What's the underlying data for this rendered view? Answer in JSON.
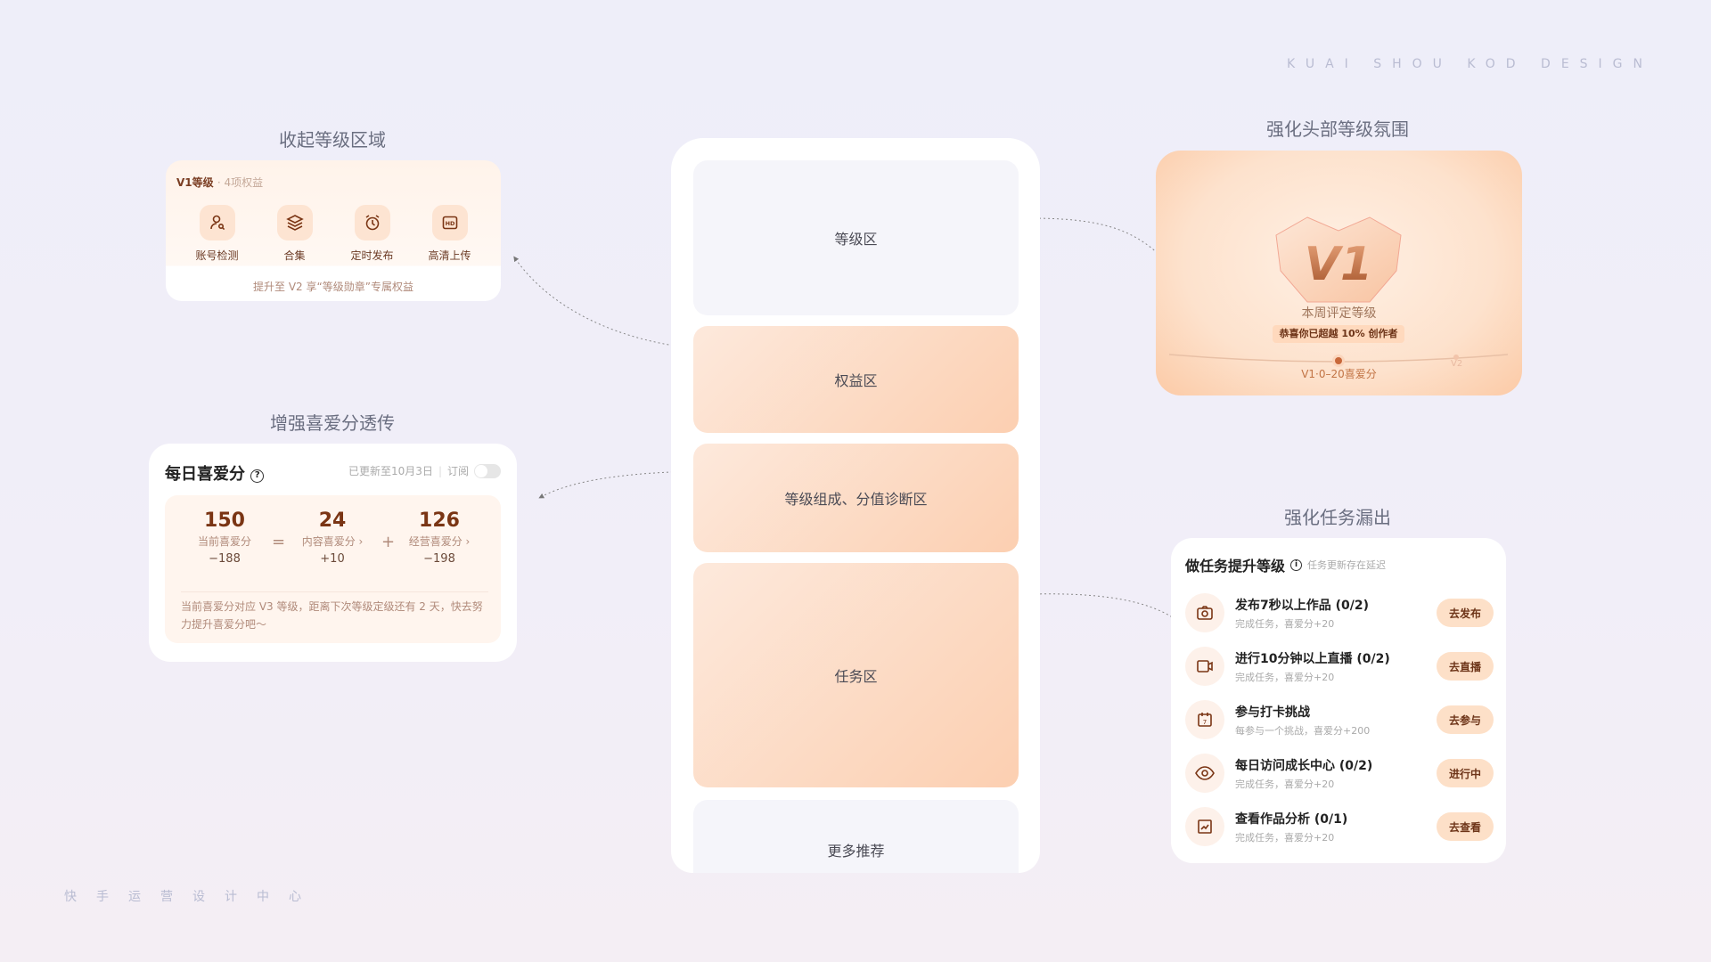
{
  "brand": "KUAI SHOU KOD DESIGN",
  "footer": "快手运营设计中心",
  "section_titles": {
    "collapsed": "收起等级区域",
    "score": "增强喜爱分透传",
    "header": "强化头部等级氛围",
    "tasks": "强化任务漏出"
  },
  "collapsed_card": {
    "level": "V1等级",
    "perk_count": "· 4项权益",
    "perks": [
      {
        "icon": "user-search-icon",
        "label": "账号检测"
      },
      {
        "icon": "layers-icon",
        "label": "合集"
      },
      {
        "icon": "alarm-clock-icon",
        "label": "定时发布"
      },
      {
        "icon": "hd-icon",
        "label": "高清上传"
      }
    ],
    "tip": "提升至 V2 享“等级勋章”专属权益"
  },
  "score_card": {
    "title": "每日喜爱分",
    "updated": "已更新至10月3日",
    "subscribe": "订阅",
    "subscribe_on": false,
    "current": {
      "value": "150",
      "label": "当前喜爱分",
      "delta": "−188"
    },
    "eq": "=",
    "content": {
      "value": "24",
      "label": "内容喜爱分 ›",
      "delta": "+10"
    },
    "plus": "+",
    "business": {
      "value": "126",
      "label": "经营喜爱分 ›",
      "delta": "−198"
    },
    "desc": "当前喜爱分对应 V3 等级，距离下次等级定级还有 2 天，快去努力提升喜爱分吧～"
  },
  "phone": {
    "sections": [
      "等级区",
      "权益区",
      "等级组成、分值诊断区",
      "任务区",
      "更多推荐"
    ]
  },
  "header_card": {
    "badge": "V1",
    "label": "本周评定等级",
    "congrats": "恭喜你已超越 10% 创作者",
    "current": "V1·0–20喜爱分",
    "next": "V2"
  },
  "task_card": {
    "title": "做任务提升等级",
    "note": "任务更新存在延迟",
    "tasks": [
      {
        "icon": "camera-icon",
        "title": "发布7秒以上作品 (0/2)",
        "sub": "完成任务，喜爱分+20",
        "button": "去发布"
      },
      {
        "icon": "video-icon",
        "title": "进行10分钟以上直播 (0/2)",
        "sub": "完成任务，喜爱分+20",
        "button": "去直播"
      },
      {
        "icon": "calendar-icon",
        "title": "参与打卡挑战",
        "sub": "每参与一个挑战，喜爱分+200",
        "button": "去参与"
      },
      {
        "icon": "eye-icon",
        "title": "每日访问成长中心 (0/2)",
        "sub": "完成任务，喜爱分+20",
        "button": "进行中"
      },
      {
        "icon": "chart-icon",
        "title": "查看作品分析 (0/1)",
        "sub": "完成任务，喜爱分+20",
        "button": "去查看"
      }
    ]
  },
  "colors": {
    "accent": "#7a3514",
    "peach": "#fccfb1",
    "button": "#fde0c8"
  }
}
